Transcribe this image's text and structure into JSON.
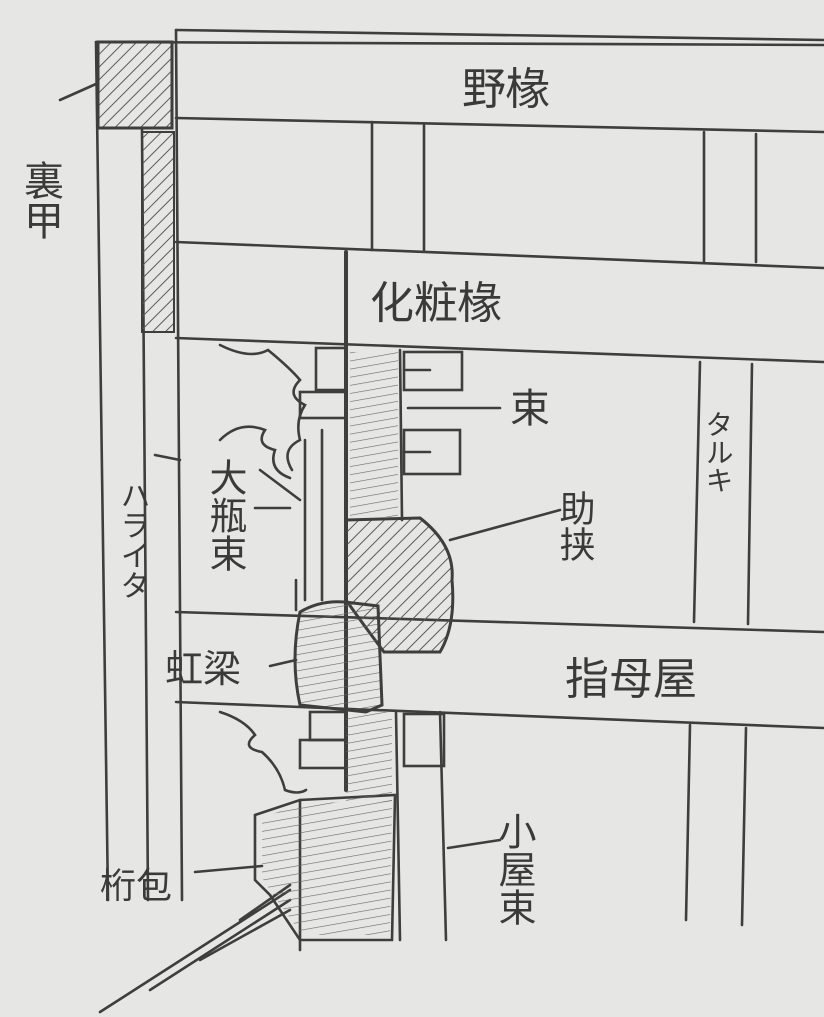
{
  "figure": {
    "colors": {
      "paper": "#e6e6e4",
      "ink": "#3e3e3e",
      "hatch": "#5a5a5a"
    },
    "labels": {
      "nodaruki": "野椽",
      "kesho_daruki": "化粧椽",
      "ura_ko": "裏甲",
      "tsuka": "束",
      "tabasami": "助挟",
      "taruki_right": "タルキ",
      "haraita": "ハライタ",
      "taihei_tsuka": "大瓶束",
      "kohai": "虹梁",
      "moya": "指母屋",
      "masatsutsumi": "桁包",
      "koyazuka": "小屋束"
    }
  }
}
